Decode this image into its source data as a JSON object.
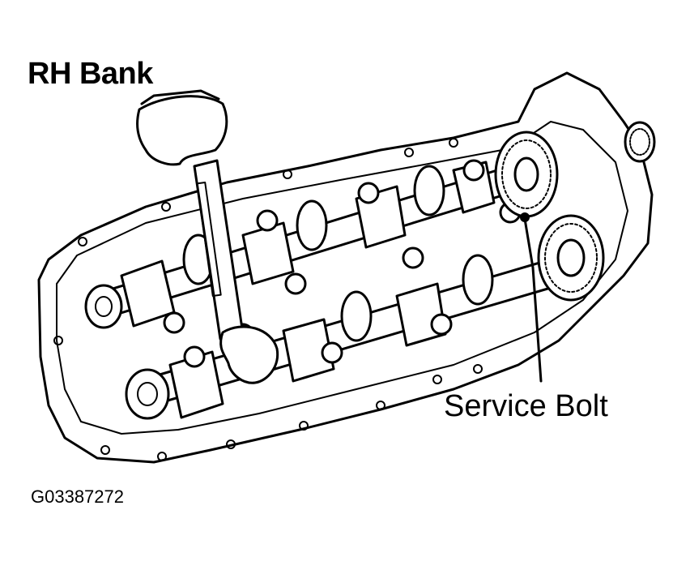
{
  "title": "RH Bank",
  "callout_label": "Service Bolt",
  "figure_id": "G03387272"
}
